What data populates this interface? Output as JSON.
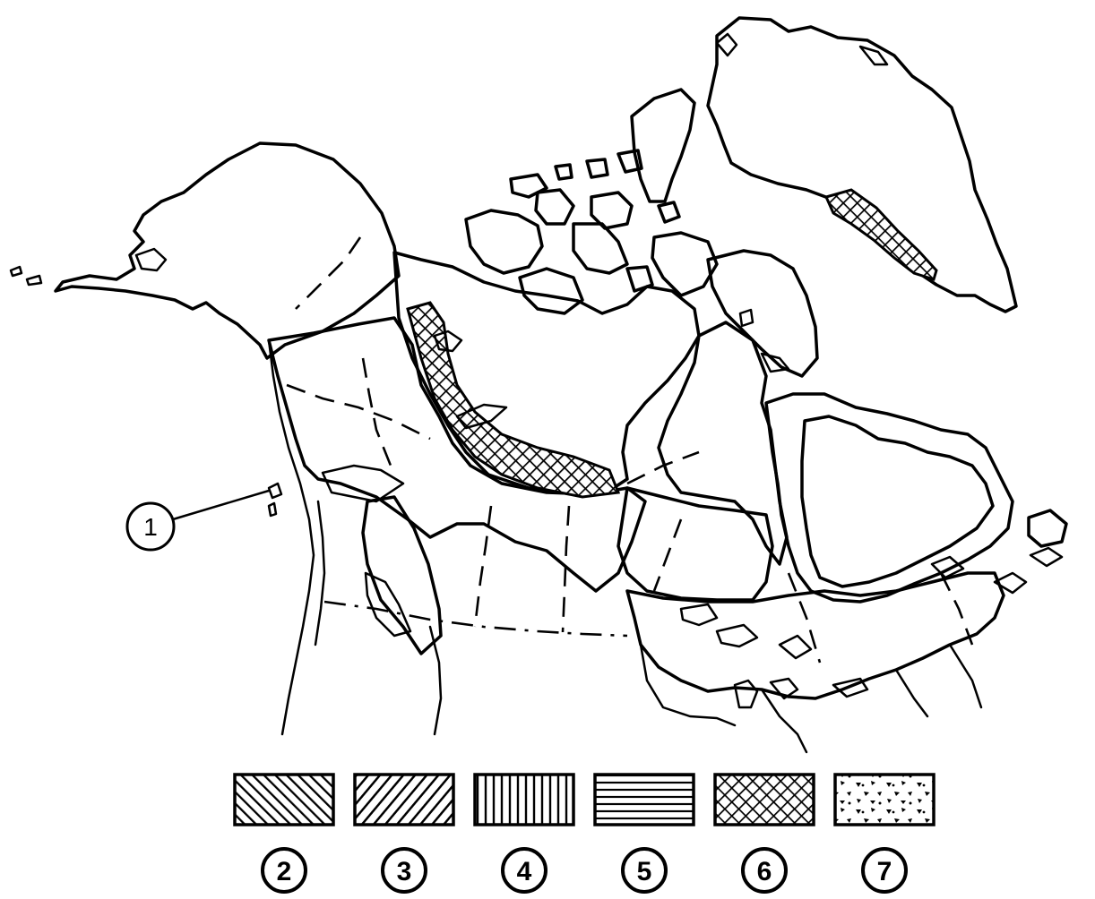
{
  "callout": {
    "label": "1"
  },
  "legend": [
    {
      "label": "2",
      "pattern": "diagonal-down"
    },
    {
      "label": "3",
      "pattern": "diagonal-up"
    },
    {
      "label": "4",
      "pattern": "vertical"
    },
    {
      "label": "5",
      "pattern": "horizontal"
    },
    {
      "label": "6",
      "pattern": "crosshatch"
    },
    {
      "label": "7",
      "pattern": "stipple"
    }
  ],
  "colors": {
    "ink": "#000000",
    "paper": "#ffffff"
  }
}
